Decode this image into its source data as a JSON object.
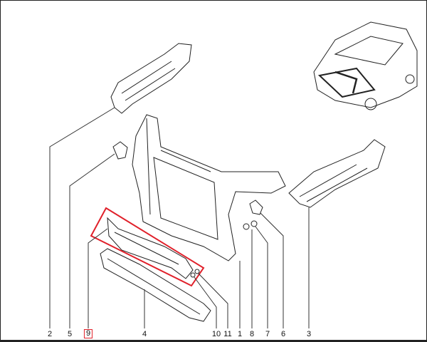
{
  "diagram": {
    "highlight_color": "#e0202a",
    "labels": [
      "2",
      "5",
      "9",
      "4",
      "10",
      "11",
      "1",
      "8",
      "7",
      "6",
      "3"
    ],
    "highlighted_label": "9"
  }
}
